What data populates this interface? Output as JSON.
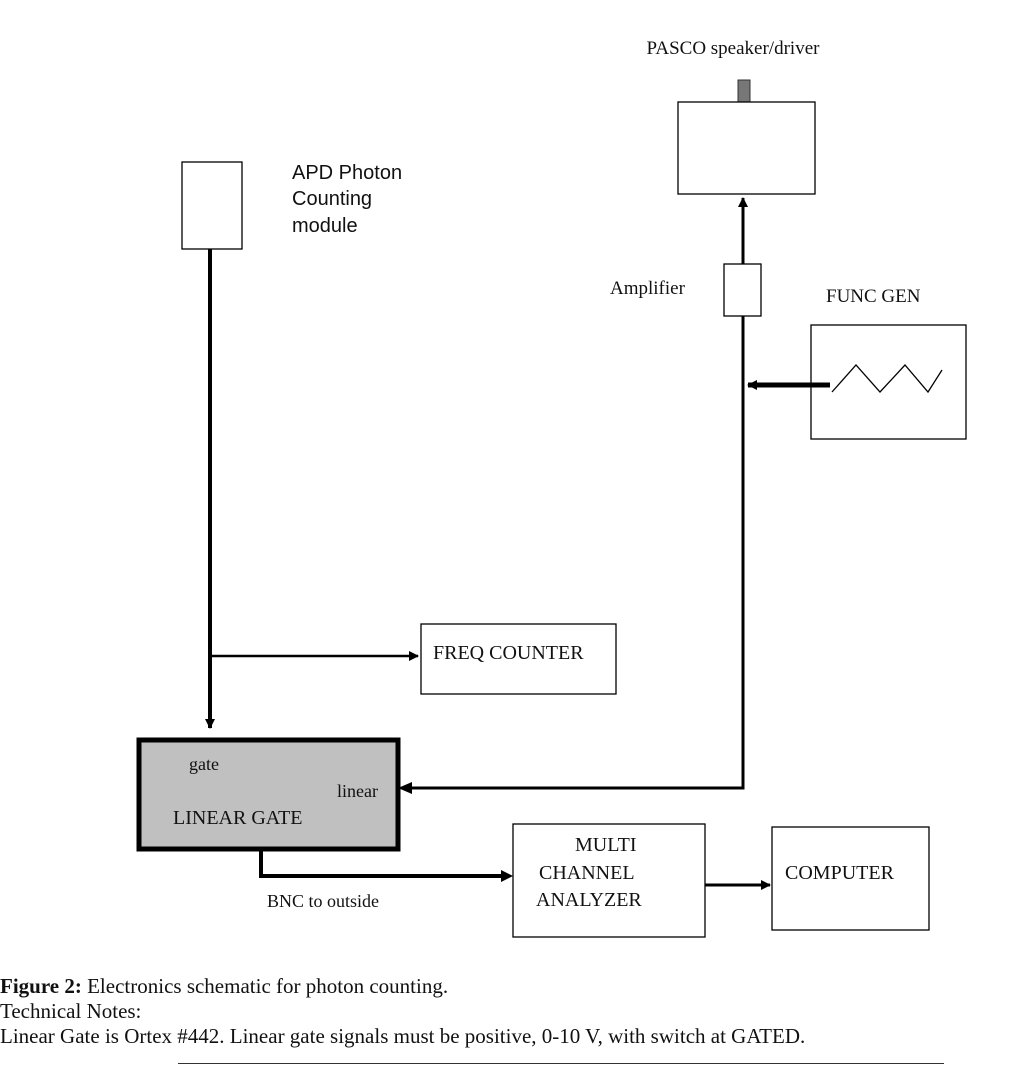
{
  "labels": {
    "pasco": "PASCO speaker/driver",
    "apd_line1": "APD Photon",
    "apd_line2": "Counting",
    "apd_line3": "module",
    "amplifier": "Amplifier",
    "func_gen": "FUNC GEN",
    "freq_counter": "FREQ COUNTER",
    "gate": "gate",
    "linear": "linear",
    "linear_gate": "LINEAR GATE",
    "mca_line1": "MULTI",
    "mca_line2": "CHANNEL",
    "mca_line3": "ANALYZER",
    "computer": "COMPUTER",
    "bnc": "BNC to outside"
  },
  "caption": {
    "figure_label": "Figure 2:",
    "figure_text": " Electronics schematic for photon counting.",
    "notes_heading": "Technical Notes:",
    "notes_text": "Linear Gate is Ortex #442.  Linear gate signals must be positive, 0-10 V, with switch at GATED."
  }
}
